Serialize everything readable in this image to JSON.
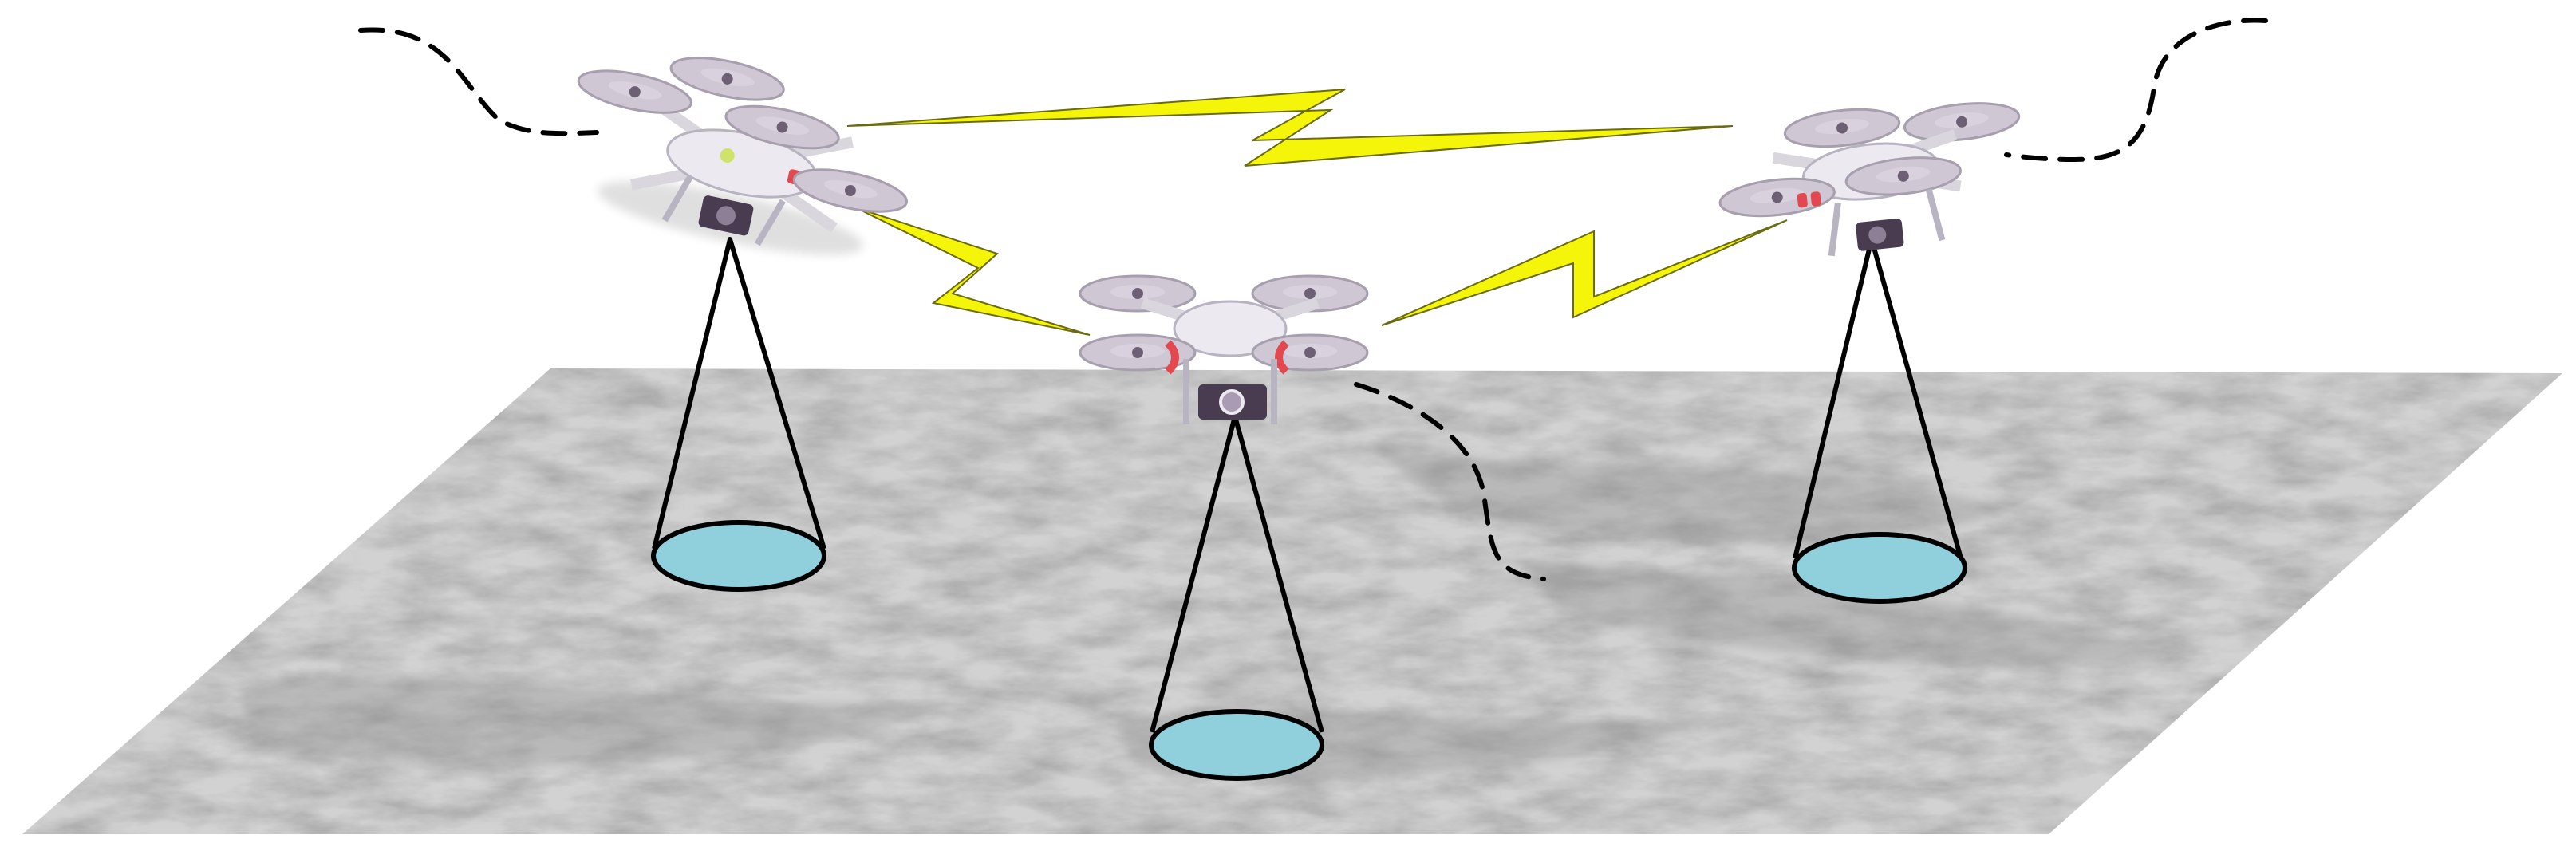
{
  "scene": {
    "background": "#ffffff",
    "colors": {
      "terrain": "#d2d2d2",
      "terrain_shadow": "#9e9e9e",
      "link": "#f5f50a",
      "link_stroke": "#6a6a10",
      "footprint": "#8fd0dc",
      "cone": "#000000",
      "trajectory": "#000000",
      "rotor": "#cfc7d4",
      "drone_body": "#eceaf0",
      "accent": "#e2484e",
      "camera": "#4a3c50"
    },
    "drones": [
      {
        "id": "drone-left",
        "icon": "quadcopter-icon",
        "camera": "camera-gimbal-icon"
      },
      {
        "id": "drone-center",
        "icon": "quadcopter-icon",
        "camera": "camera-gimbal-icon"
      },
      {
        "id": "drone-right",
        "icon": "quadcopter-icon",
        "camera": "camera-gimbal-icon"
      }
    ],
    "links": [
      {
        "from": "drone-left",
        "to": "drone-right",
        "icon": "lightning-bolt-icon"
      },
      {
        "from": "drone-left",
        "to": "drone-center",
        "icon": "lightning-bolt-icon"
      },
      {
        "from": "drone-center",
        "to": "drone-right",
        "icon": "lightning-bolt-icon"
      }
    ],
    "sensing_cones": 3,
    "trajectories": 3
  }
}
